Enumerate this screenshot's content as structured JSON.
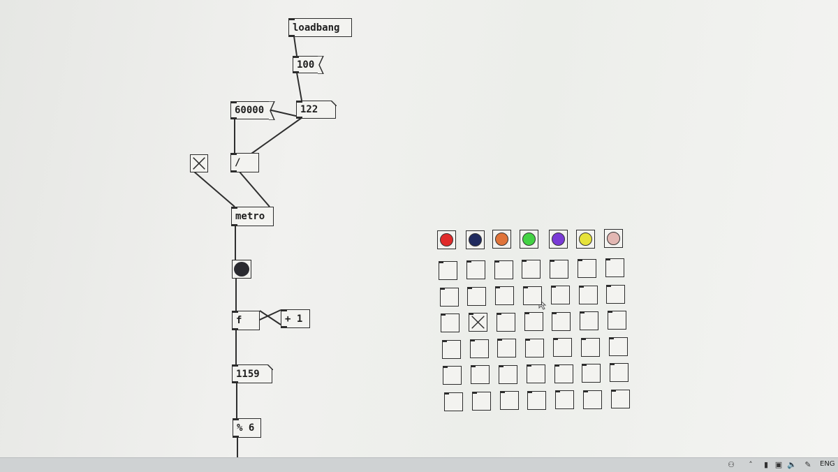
{
  "patch": {
    "loadbang": "loadbang",
    "msg_100": "100",
    "msg_60000": "60000",
    "num_122": "122",
    "div": "/",
    "metro": "metro",
    "float": "f",
    "plus": "+ 1",
    "num_1159": "1159",
    "mod": "% 6"
  },
  "color_bangs": [
    "#e02a2a",
    "#1f2a5e",
    "#e0743a",
    "#44d244",
    "#7a3bd6",
    "#e6e23a",
    "#e2b7b2"
  ],
  "toggle_grid": {
    "rows": 6,
    "cols": 7,
    "checked": [
      [
        2,
        1
      ]
    ]
  },
  "taskbar": {
    "language": "ENG"
  }
}
